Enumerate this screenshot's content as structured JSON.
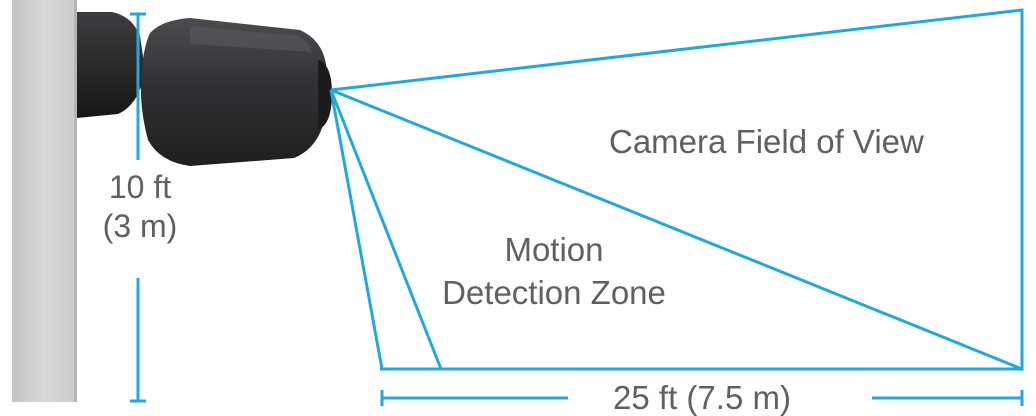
{
  "diagram": {
    "height_label": {
      "imperial": "10 ft",
      "metric": "(3 m)"
    },
    "field_of_view_label": "Camera Field of View",
    "motion_zone_label": {
      "line1": "Motion",
      "line2": "Detection Zone"
    },
    "distance_label": "25 ft (7.5 m)",
    "colors": {
      "line": "#22a8dc",
      "text": "#5f6062",
      "wall": "#cfcfcf",
      "camera_body": "#3a3c3f"
    }
  }
}
